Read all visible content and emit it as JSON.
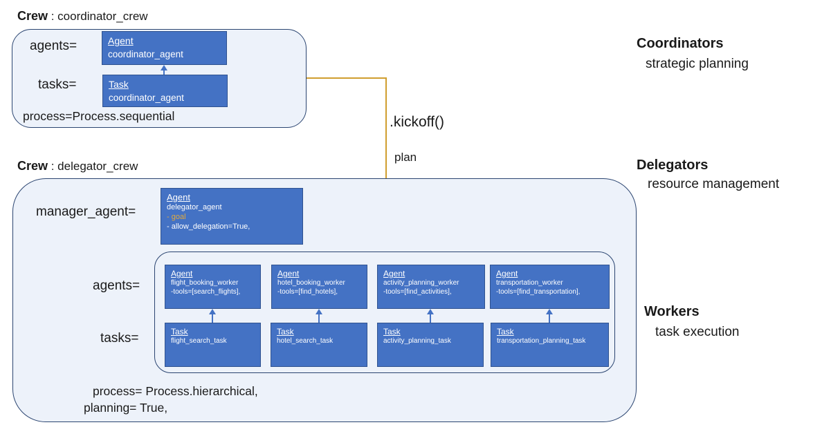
{
  "coordinator_crew": {
    "title_word": "Crew",
    "title_rest": " : coordinator_crew",
    "agents_label": "agents=",
    "tasks_label": "tasks=",
    "process_line": "process=Process.sequential",
    "agent_box": {
      "heading": "Agent",
      "name": "coordinator_agent"
    },
    "task_box": {
      "heading": "Task",
      "name": "coordinator_agent"
    }
  },
  "connector": {
    "kickoff_label": ".kickoff()",
    "plan_label": "plan"
  },
  "delegator_crew": {
    "title_word": "Crew",
    "title_rest": " : delegator_crew",
    "manager_label": "manager_agent=",
    "agents_label": "agents=",
    "tasks_label": "tasks=",
    "process_line": "process= Process.hierarchical,",
    "planning_line": "planning= True,",
    "manager_box": {
      "heading": "Agent",
      "name": "delegator_agent",
      "goal_line": "- goal",
      "delegation_line": "- allow_delegation=True,"
    },
    "workers": [
      {
        "agent": {
          "heading": "Agent",
          "name": "flight_booking_worker",
          "tools": "-tools=[search_flights],"
        },
        "task": {
          "heading": "Task",
          "name": "flight_search_task"
        }
      },
      {
        "agent": {
          "heading": "Agent",
          "name": "hotel_booking_worker",
          "tools": "-tools=[find_hotels],"
        },
        "task": {
          "heading": "Task",
          "name": "hotel_search_task"
        }
      },
      {
        "agent": {
          "heading": "Agent",
          "name": "activity_planning_worker",
          "tools": "-tools=[find_activities],"
        },
        "task": {
          "heading": "Task",
          "name": "activity_planning_task"
        }
      },
      {
        "agent": {
          "heading": "Agent",
          "name": "transportation_worker",
          "tools": "-tools=[find_transportation],"
        },
        "task": {
          "heading": "Task",
          "name": "transportation_planning_task"
        }
      }
    ]
  },
  "annotations": [
    {
      "title": "Coordinators",
      "subtitle": "strategic planning"
    },
    {
      "title": "Delegators",
      "subtitle": "resource management"
    },
    {
      "title": "Workers",
      "subtitle": "task execution"
    }
  ],
  "colors": {
    "accent_blue": "#4472c4",
    "box_border_blue": "#2f528f",
    "panel_fill": "#edf2fa",
    "panel_border": "#2a4470",
    "connector_orange": "#d09e2e",
    "goal_text_orange": "#e0a93e"
  }
}
